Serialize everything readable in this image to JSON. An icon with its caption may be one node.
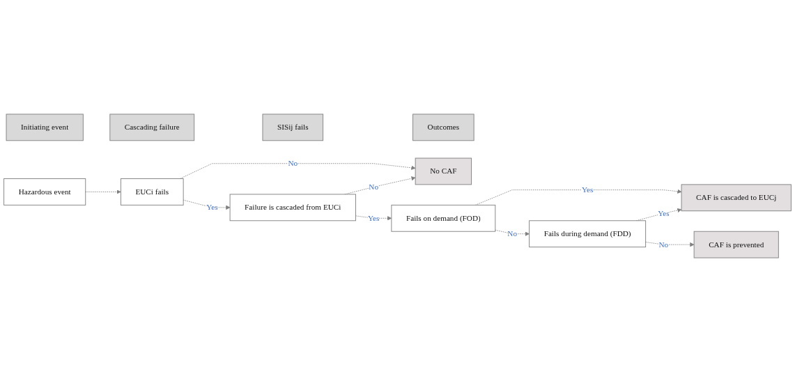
{
  "diagram": {
    "nodes": [
      {
        "text": [
          "Initiating event"
        ]
      },
      {
        "text": [
          "Cascading failure"
        ]
      },
      {
        "text": [
          "SISij fails"
        ]
      },
      {
        "text": [
          "Outcomes"
        ]
      },
      {
        "text": [
          "Hazardous event"
        ]
      },
      {
        "text": [
          "EUCi fails"
        ]
      },
      {
        "text": [
          "No CAF"
        ]
      },
      {
        "text": [
          "Failure is cascaded from EUCi"
        ]
      },
      {
        "text": [
          "Fails on demand (FOD)"
        ]
      },
      {
        "text": [
          "CAF is cascaded to EUCj"
        ]
      },
      {
        "text": [
          "Fails during demand (FDD)"
        ]
      },
      {
        "text": [
          "CAF is prevented"
        ]
      }
    ],
    "edges": [
      {
        "from": 4,
        "to": 5,
        "arrow": "to",
        "style": "dashed"
      },
      {
        "from": 5,
        "to": 6,
        "label": "No",
        "arrow": "to",
        "style": "dashed"
      },
      {
        "from": 5,
        "to": 7,
        "label": "Yes",
        "arrow": "to",
        "style": "dashed"
      },
      {
        "from": 7,
        "to": 6,
        "label": "No",
        "arrow": "to",
        "style": "dashed"
      },
      {
        "from": 7,
        "to": 8,
        "label": "Yes",
        "arrow": "to",
        "style": "dashed"
      },
      {
        "from": 8,
        "to": 9,
        "label": "Yes",
        "arrow": "to",
        "style": "dashed"
      },
      {
        "from": 8,
        "to": 10,
        "label": "No",
        "arrow": "to",
        "style": "dashed"
      },
      {
        "from": 10,
        "to": 9,
        "label": "Yes",
        "arrow": "to",
        "style": "dashed"
      },
      {
        "from": 10,
        "to": 11,
        "label": "No",
        "arrow": "to",
        "style": "dashed"
      }
    ]
  }
}
